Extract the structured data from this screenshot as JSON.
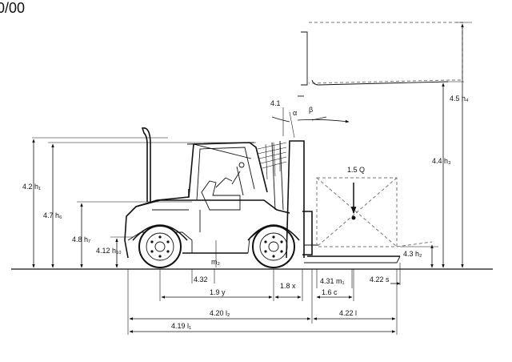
{
  "title_fragment": "0/00",
  "labels": {
    "h1": "4.2 h₁",
    "h6": "4.7 h₆",
    "h7": "4.8 h₇",
    "h10": "4.12 h₁₀",
    "h3": "4.4 h₃",
    "h4": "4.5 h₄",
    "h2": "4.3 h₂",
    "m2": "m₂",
    "dim_432": "4.32",
    "y": "1.9 y",
    "x": "1.8 x",
    "m1": "4.31 m₁",
    "s": "4.22 s",
    "c": "1.6 c",
    "l2": "4.20 l₂",
    "l": "4.22 l",
    "l1": "4.19 l₁",
    "mast_tilt": "4.1",
    "alpha": "α",
    "beta": "β",
    "load": "1.5 Q"
  }
}
